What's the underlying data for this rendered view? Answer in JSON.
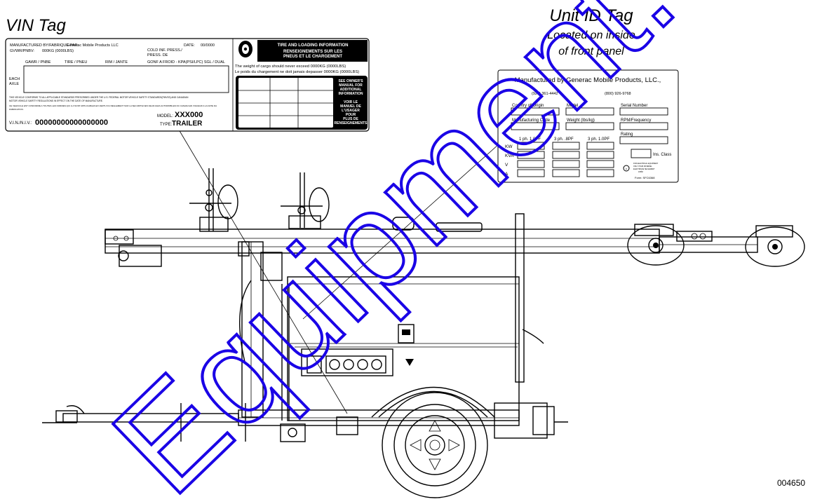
{
  "watermark": {
    "text": "Equipment.co",
    "color": "#1a00e6"
  },
  "vin_tag": {
    "title": "VIN Tag",
    "mfr_label": "MANUFACTURED BY/FABRIQUE PAR:",
    "mfr_value": "Generac Mobile Products LLC",
    "date_label": "DATE:",
    "date_value": "00/0000",
    "gvwr_label": "GVWR/PNBV:",
    "gvwr_value": "000KG (0000LBS)",
    "cold_infl": "COLD INF. PRESS./",
    "press_de": "PRESS. DE",
    "gonf": "GONF A FROID - KPA(PSI/LPC) SGL / DUAL",
    "col_gawr": "GAWR / PNBE",
    "col_tire": "TIRE / PNEU",
    "col_rim": "RIM / JANTE",
    "each": "EACH",
    "axle": "AXLE",
    "conform_en_1": "THIS VEHICLE CONFORMS TO ALL APPLICABLE STANDARDS PRESCRIBED UNDER THE U.S. FEDERAL MOTOR VEHICLE SAFETY STANDARDS(FMVSS) AND CANADIAN",
    "conform_en_2": "MOTOR VEHICLE SAFETY REGULATIONS IN EFFECT ON THE DATE OF MANUFACTURE.",
    "conform_fr_1": "CE VEHICULE EST CONFORME A TOUTES LES NORMES QUI LUI SONT APPLICABLES EN VERTU DU REGLEMENT SUR LA SECURITE DES VEHICULES AUTOMOBILES DU CANADA EN VIGUEUR A LA DATE DA",
    "conform_fr_2": "FABRICATION.",
    "model_label": "MODEL:",
    "model_value": "XXX000",
    "vin_label": "V.I.N./N.I.V.:",
    "vin_value": "00000000000000000",
    "type_label": "TYPE:",
    "type_value": "TRAILER",
    "tire_head_1": "TIRE AND LOADING INFORMATION",
    "tire_head_2": "RENSEIGNEMENTS SUR LES",
    "tire_head_3": "PNEUS ET LE CHARGEMENT",
    "weight_en": "The weight of cargo should never exceed 0000KG (0000LBS)",
    "weight_fr": "Le poids du chargement ne doit jamais depasser 0000KG (0000LBS)",
    "owners_1": "SEE OWNER'S",
    "owners_2": "MANUAL FOR",
    "owners_3": "ADDITIONAL",
    "owners_4": "INFORMATION",
    "voir_1": "VOIR LE",
    "voir_2": "MANUEL DE",
    "voir_3": "L'USAGER",
    "voir_4": "POUR",
    "voir_5": "PLUS DE",
    "voir_6": "RENSEIGNEMENTS"
  },
  "unit_tag": {
    "title": "Unit ID Tag",
    "subtitle_1": "Located on inside",
    "subtitle_2": "of front panel",
    "mfr": "Manufactured by Generac Mobile Products, LLC.,",
    "phone_1": "(920) 361-4442",
    "phone_2": "(800) 926-9768",
    "country": "Country of Origin",
    "model": "Model",
    "serial": "Serial Number",
    "mfg_code": "Manufacturing Code",
    "weight": "Weight (lbs/kg)",
    "rpm": "RPM/Frequency",
    "rating": "Rating",
    "ph1": "1 ph. 1.0PF",
    "ph3_8": "3 ph. .8PF",
    "ph3_1": "3 ph. 1.0PF",
    "kw": "KW",
    "kva": "KVA",
    "v": "V",
    "a": "A",
    "ins_class": "Ins. Class",
    "small_1": "FOR ELECTRICAL EQUIPMENT",
    "small_2": "ONLY. POUR MATERIEL",
    "small_3": "ELECTRIQUE SEULEMENT",
    "small_4": "43568",
    "form": "Form: SFC6368"
  },
  "figure_number": "004650"
}
